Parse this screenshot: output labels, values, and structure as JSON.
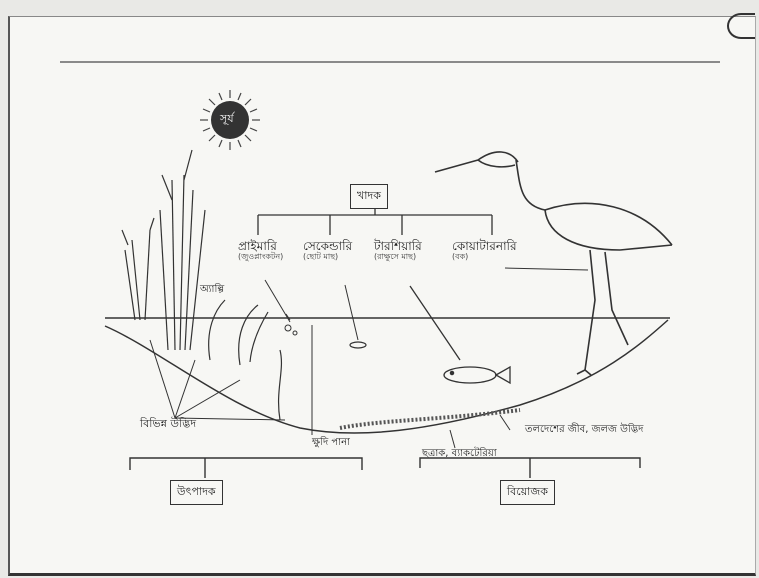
{
  "sun_label": "সূর্য",
  "consumer_box": "খাদক",
  "consumers": [
    {
      "label": "প্রাইমারি",
      "sub": "(জুওপ্লাংকটন)"
    },
    {
      "label": "সেকেন্ডারি",
      "sub": "(ছোট মাছ)"
    },
    {
      "label": "টারশিয়ারি",
      "sub": "(রাক্ষুসে মাছ)"
    },
    {
      "label": "কোয়াটারনারি",
      "sub": "(বক)"
    }
  ],
  "algae_label": "অ্যাল্গি",
  "varied_plants": "বিভিন্ন উদ্ভিদ",
  "floating_plants": "ক্ষুদি পানা",
  "bacteria_label": "ছত্রাক, ব্যাকটেরিয়া",
  "bottom_life": "তলদেশের জীব, জলজ উদ্ভিদ",
  "producer_box": "উৎপাদক",
  "decomposer_box": "বিয়োজক",
  "colors": {
    "ink": "#333333",
    "paper": "#f7f7f4"
  }
}
